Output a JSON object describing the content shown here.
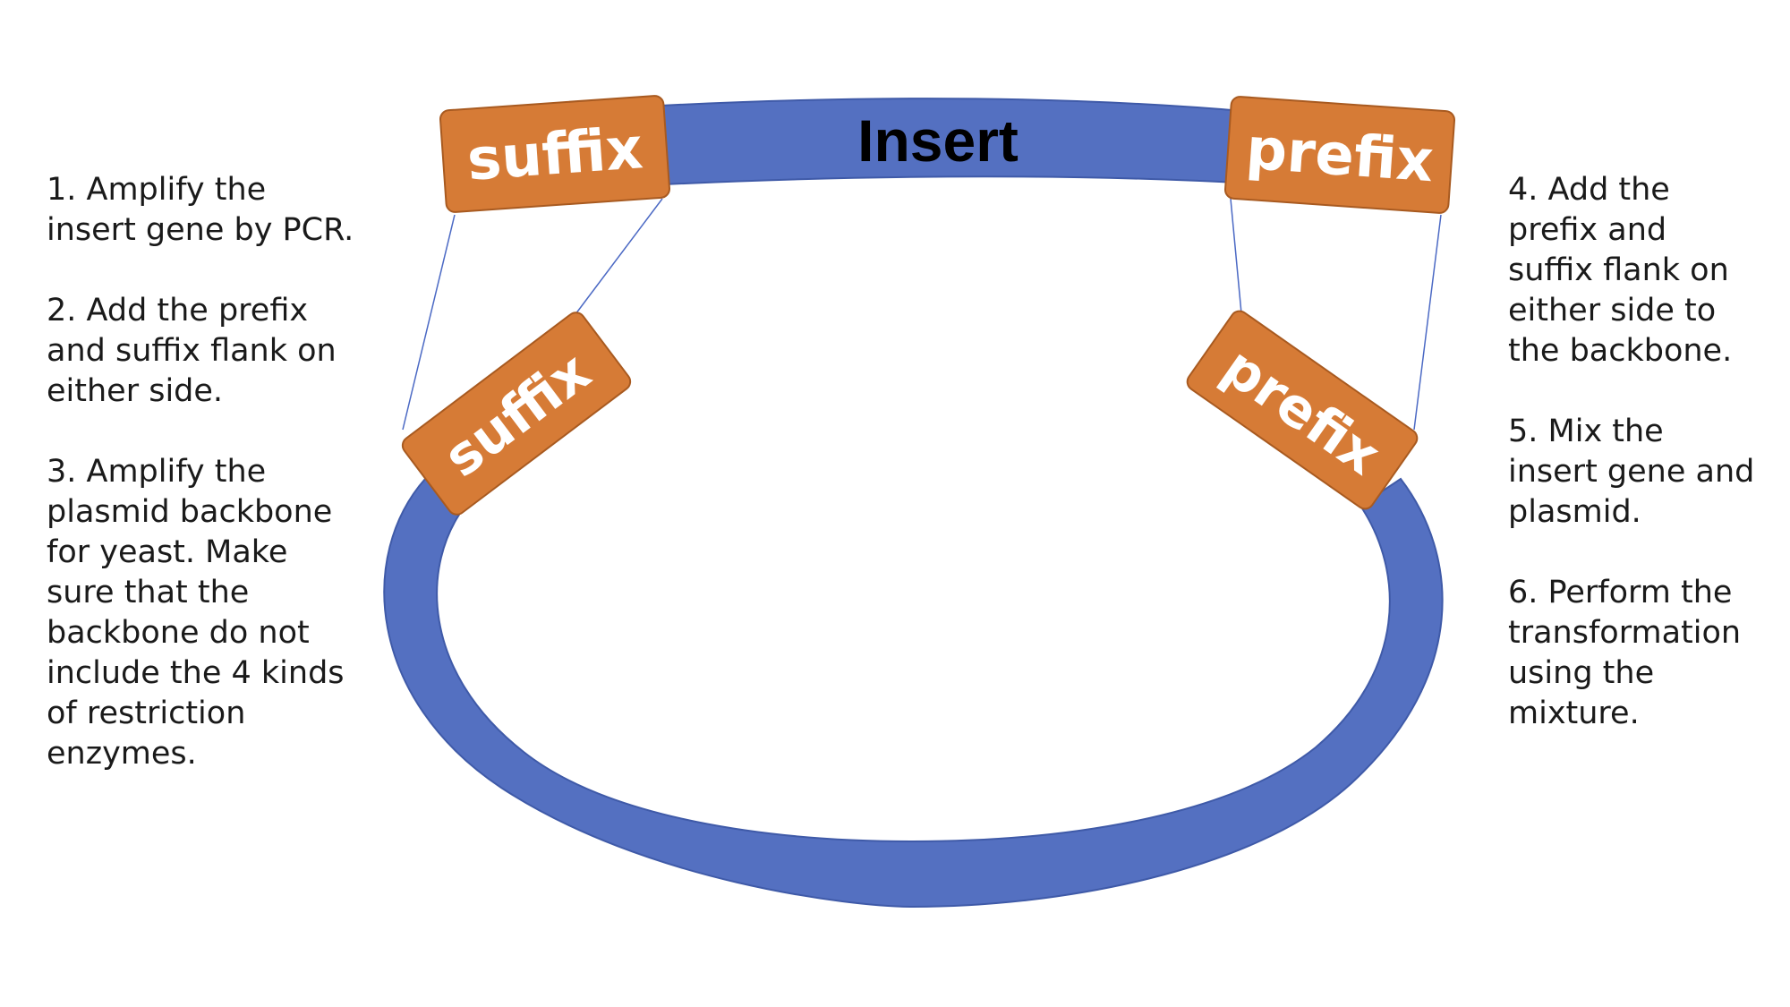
{
  "colors": {
    "plasmid": "#5470C1",
    "tag_fill": "#D67B36",
    "tag_stroke": "#A85A20",
    "connector": "#4B69C4"
  },
  "labels": {
    "insert": "Insert",
    "suffix_top": "suffix",
    "prefix_top": "prefix",
    "suffix_side": "suffix",
    "prefix_side": "prefix"
  },
  "steps_left": [
    "1. Amplify the\ninsert gene by PCR.",
    "2. Add the prefix\nand suffix flank on\neither side.",
    "3. Amplify the\nplasmid backbone\nfor yeast. Make\nsure that the\nbackbone do not\ninclude the 4 kinds\nof restriction\nenzymes."
  ],
  "steps_right": [
    "4. Add the\nprefix and\nsuffix flank on\neither side to\nthe backbone.",
    "5. Mix the\ninsert gene and\nplasmid.",
    "6. Perform the\ntransformation\nusing the\nmixture."
  ]
}
